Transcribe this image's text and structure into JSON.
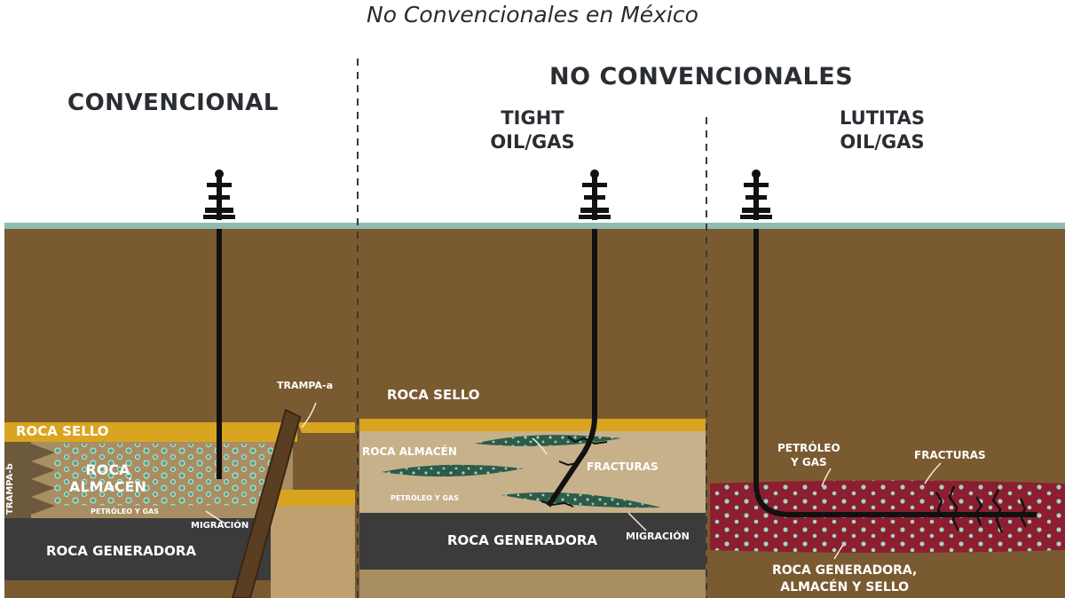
{
  "title": "No Convencionales en México",
  "panels": {
    "conventional": {
      "heading": "CONVENCIONAL",
      "labels": {
        "seal_rock": "ROCA SELLO",
        "reservoir_rock": "ROCA\nALMACÉN",
        "trap_a": "TRAMPA-a",
        "trap_b": "TRAMPA-b",
        "oil_gas": "PETRÓLEO Y GAS",
        "migration": "MIGRACIÓN",
        "source_rock": "ROCA GENERADORA"
      }
    },
    "unconventional": {
      "heading": "NO CONVENCIONALES",
      "tight": {
        "heading": "TIGHT\nOIL/GAS",
        "labels": {
          "seal_rock": "ROCA SELLO",
          "reservoir_rock": "ROCA ALMACÉN",
          "fractures": "FRACTURAS",
          "oil_gas": "PETRÓLEO Y GAS",
          "source_rock": "ROCA GENERADORA",
          "migration": "MIGRACIÓN"
        }
      },
      "shale": {
        "heading": "LUTITAS\nOIL/GAS",
        "labels": {
          "oil_gas": "PETRÓLEO\nY GAS",
          "fractures": "FRACTURAS",
          "source_rock": "ROCA GENERADORA,\nALMACÉN Y SELLO"
        }
      }
    }
  },
  "colors": {
    "earth": "#7a5a30",
    "surface": "#8fbcb0",
    "seal": "#d9a520",
    "reservoir": "#a88f63",
    "source": "#3b3b3b",
    "shale": "#8c1e30",
    "hydrocarbon": "#2e5a4a"
  }
}
